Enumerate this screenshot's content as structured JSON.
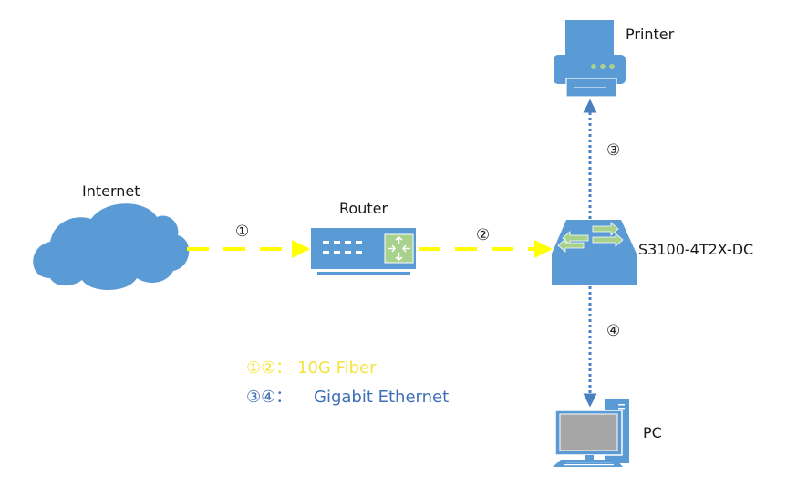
{
  "colors": {
    "device_blue": "#5b9bd5",
    "fiber_yellow": "#ffff00",
    "ethernet_blue": "#4a7fc0",
    "router_green": "#a9d18e",
    "screen_gray": "#a6a6a6",
    "legend_yellow": "#f5e33c",
    "legend_blue": "#3f6fb5"
  },
  "nodes": {
    "internet": {
      "label": "Internet",
      "icon": "cloud-icon"
    },
    "router": {
      "label": "Router",
      "icon": "router-icon"
    },
    "switch": {
      "label": "S3100-4T2X-DC",
      "icon": "switch-icon"
    },
    "printer": {
      "label": "Printer",
      "icon": "printer-icon"
    },
    "pc": {
      "label": "PC",
      "icon": "pc-icon"
    }
  },
  "links": [
    {
      "id": "1",
      "marker": "①",
      "from": "Internet",
      "to": "Router",
      "type": "10G Fiber"
    },
    {
      "id": "2",
      "marker": "②",
      "from": "Router",
      "to": "S3100-4T2X-DC",
      "type": "10G Fiber"
    },
    {
      "id": "3",
      "marker": "③",
      "from": "S3100-4T2X-DC",
      "to": "Printer",
      "type": "Gigabit Ethernet"
    },
    {
      "id": "4",
      "marker": "④",
      "from": "S3100-4T2X-DC",
      "to": "PC",
      "type": "Gigabit Ethernet"
    }
  ],
  "legend": {
    "fiber": {
      "marks": "①②：",
      "text": "10G Fiber"
    },
    "ethernet": {
      "marks": "③④：",
      "text": "Gigabit Ethernet"
    }
  }
}
